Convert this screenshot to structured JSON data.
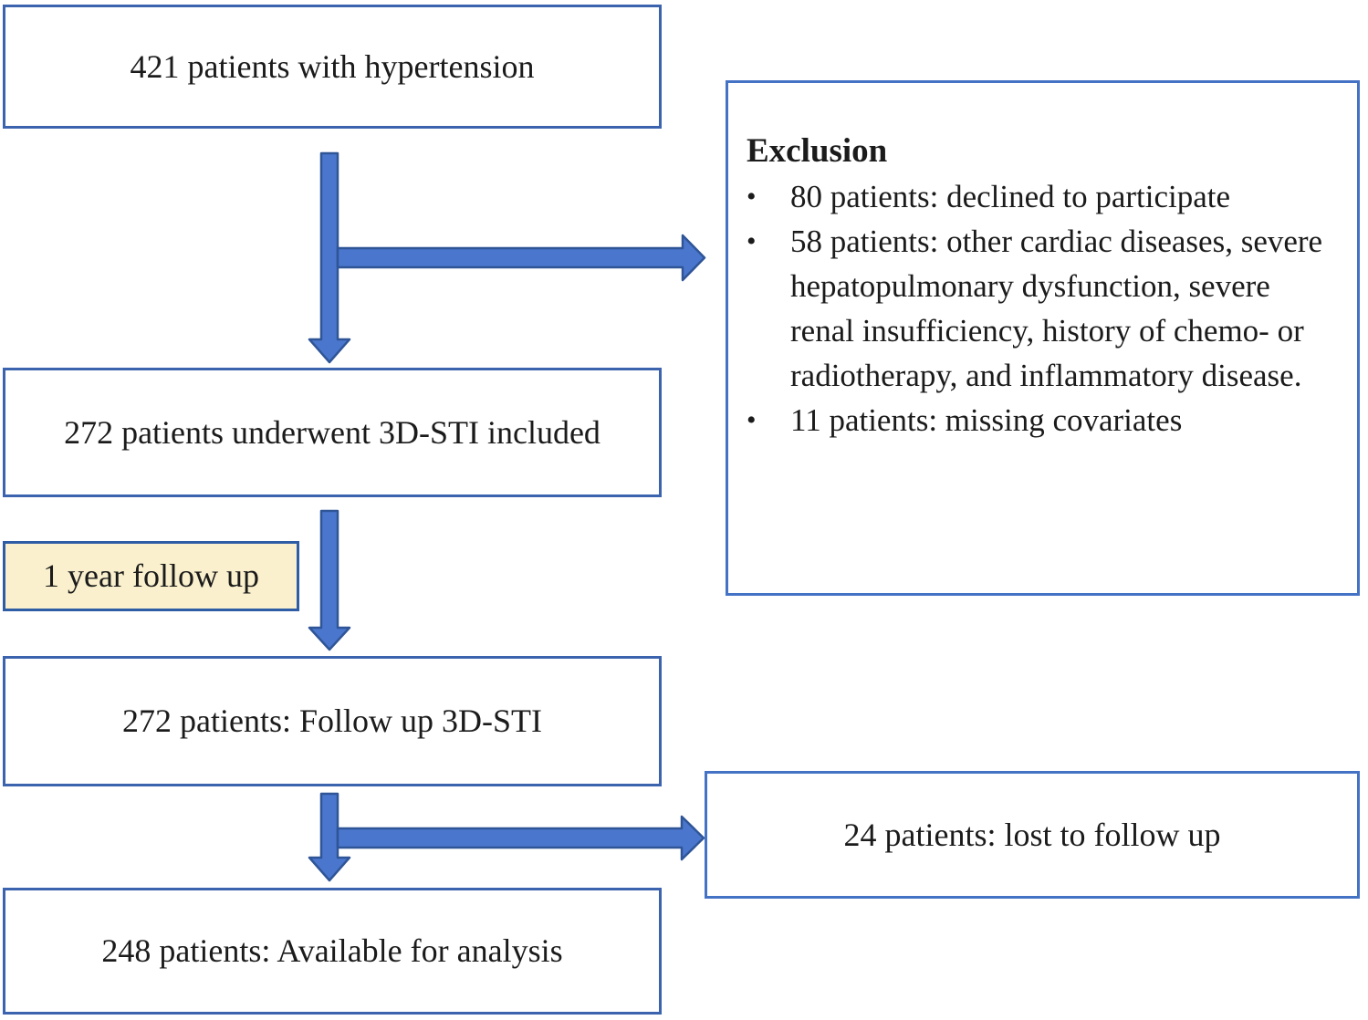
{
  "boxes": {
    "hypertension": {
      "text": "421 patients with hypertension"
    },
    "underwent": {
      "text": "272 patients underwent 3D-STI included"
    },
    "follow_up_label": {
      "text": "1 year follow up"
    },
    "follow_up_sti": {
      "text": "272 patients: Follow up 3D-STI"
    },
    "lost": {
      "text": "24 patients: lost to follow up"
    },
    "available": {
      "text": "248 patients: Available for analysis"
    }
  },
  "exclusion": {
    "title": "Exclusion",
    "items": [
      "80 patients: declined to participate",
      "58 patients: other cardiac diseases, severe hepatopulmonary dysfunction, severe renal insufficiency, history of chemo- or radiotherapy, and inflammatory disease.",
      "11 patients: missing covariates"
    ]
  },
  "colors": {
    "box_border": "#3c64ae",
    "exclusion_border": "#4472c4",
    "arrow_fill": "#4a77cd",
    "arrow_stroke": "#2f5597",
    "highlight_fill": "#faf0cd",
    "highlight_border": "#2e5da6",
    "text": "#1b1b1b",
    "background": "#ffffff"
  }
}
